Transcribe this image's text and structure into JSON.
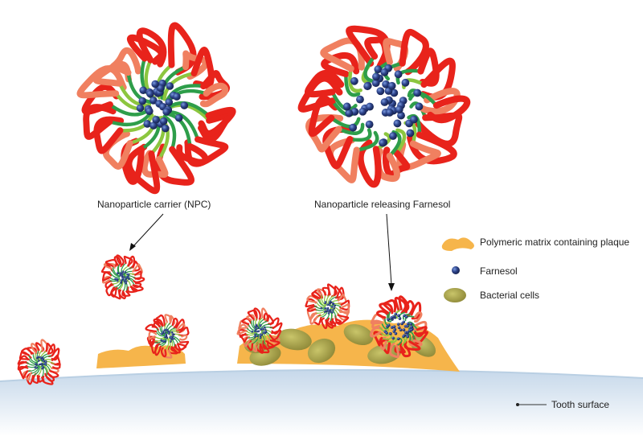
{
  "labels": {
    "npc": "Nanoparticle carrier (NPC)",
    "releasing": "Nanoparticle releasing Farnesol",
    "tooth": "Tooth surface"
  },
  "legend": [
    {
      "key": "matrix",
      "label": "Polymeric matrix containing plaque",
      "icon": "orange-blob-icon"
    },
    {
      "key": "farnesol",
      "label": "Farnesol",
      "icon": "blue-sphere-icon"
    },
    {
      "key": "bacteria",
      "label": "Bacterial cells",
      "icon": "olive-ellipse-icon"
    }
  ],
  "colors": {
    "shell": "#e8231b",
    "shell_light": "#f08060",
    "chain_green": "#2e9e4a",
    "chain_light": "#8cc63f",
    "farnesol": "#22346e",
    "farnesol_highlight": "#6d8fd6",
    "matrix": "#f6b54b",
    "bacteria": "#a8a247",
    "tooth": "#d2e2f0"
  }
}
